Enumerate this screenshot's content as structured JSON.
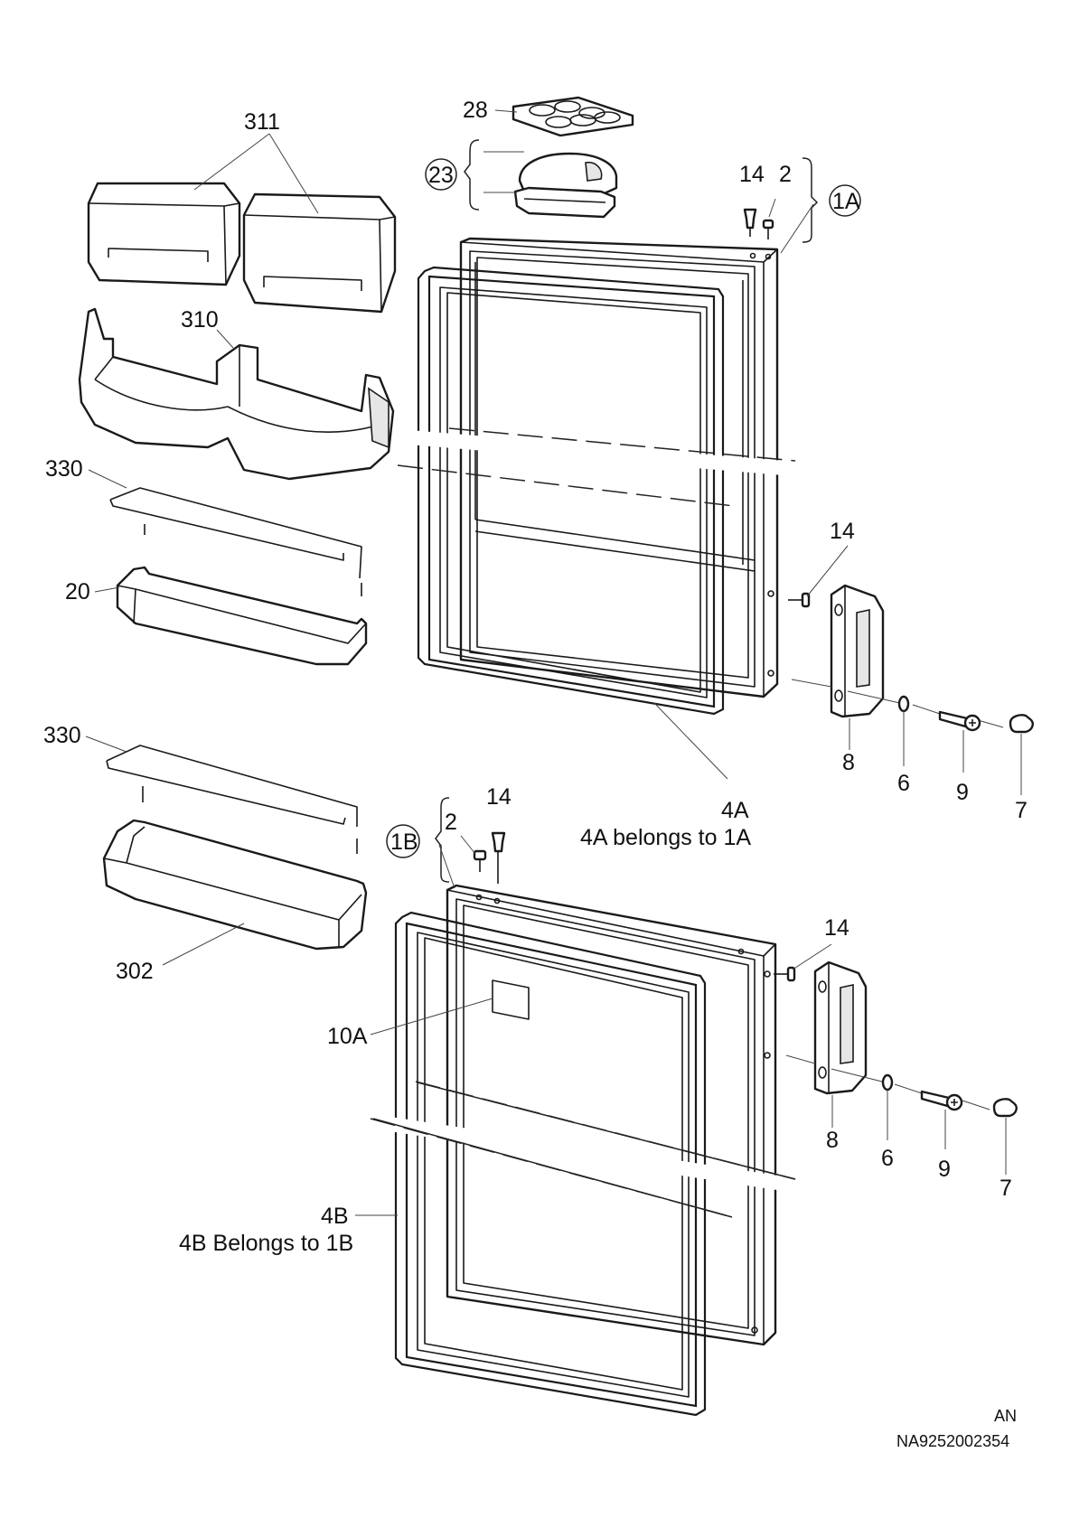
{
  "labels": {
    "l311": "311",
    "l310": "310",
    "l330a": "330",
    "l20": "20",
    "l28": "28",
    "l23": "23",
    "l14a": "14",
    "l2a": "2",
    "l1A": "1A",
    "l14b": "14",
    "l8a": "8",
    "l6a": "6",
    "l9a": "9",
    "l7a": "7",
    "l4A": "4A",
    "l330b": "330",
    "l302": "302",
    "l1B": "1B",
    "l2b": "2",
    "l14c": "14",
    "l14d": "14",
    "l10A": "10A",
    "l8b": "8",
    "l6b": "6",
    "l9b": "9",
    "l7b": "7",
    "l4B": "4B"
  },
  "notes": {
    "n4A": "4A belongs to 1A",
    "n4B": "4B  Belongs to 1B"
  },
  "reference": {
    "code1": "AN",
    "code2": "NA9252002354"
  }
}
